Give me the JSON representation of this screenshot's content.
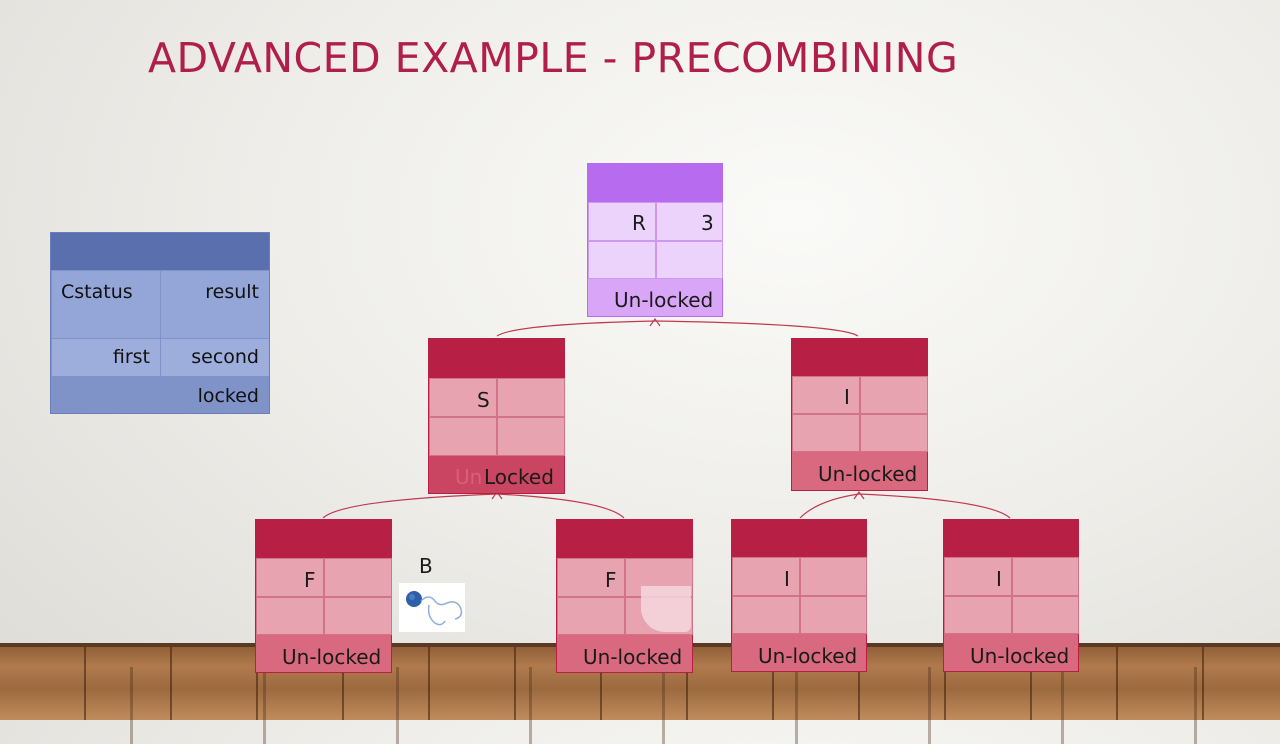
{
  "slide": {
    "title": "ADVANCED EXAMPLE - PRECOMBINING"
  },
  "legend": {
    "cstatus": "Cstatus",
    "result": "result",
    "first": "first",
    "second": "second",
    "locked": "locked"
  },
  "nodes": {
    "root": {
      "first": "R",
      "second": "3",
      "status": "Un-locked"
    },
    "mid_left": {
      "first": "S",
      "second": "",
      "status": "Locked",
      "ghost_status": "Un"
    },
    "mid_right": {
      "first": "I",
      "second": "",
      "status": "Un-locked"
    },
    "leaf1": {
      "first": "F",
      "second": "",
      "status": "Un-locked"
    },
    "leaf2": {
      "first": "F",
      "second": "",
      "status": "Un-locked"
    },
    "leaf3": {
      "first": "I",
      "second": "",
      "status": "Un-locked"
    },
    "leaf4": {
      "first": "I",
      "second": "",
      "status": "Un-locked"
    }
  },
  "thread": {
    "label": "B",
    "icon": "thread-icon"
  },
  "colors": {
    "title": "#b01f4b",
    "node_header": "#b81f45",
    "root_header": "#b76cef",
    "legend_header": "#5a70ae"
  }
}
